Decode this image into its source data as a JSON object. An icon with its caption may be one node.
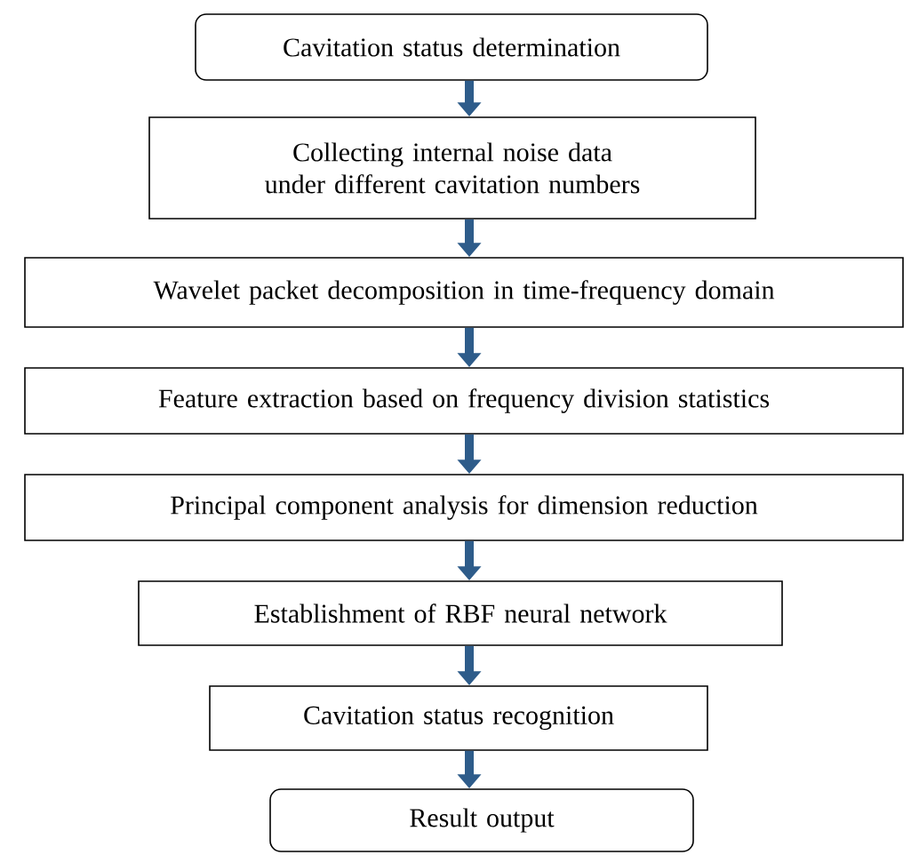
{
  "diagram": {
    "nodes": [
      {
        "text": [
          "Cavitation status determination"
        ]
      },
      {
        "text": [
          "Collecting internal noise data under different cavitation numbers"
        ]
      },
      {
        "text": [
          "Wavelet packet decomposition in time-frequency domain"
        ]
      },
      {
        "text": [
          "Feature extraction based on frequency division statistics"
        ]
      },
      {
        "text": [
          "Principal component analysis for dimension reduction"
        ]
      },
      {
        "text": [
          "Establishment of RBF neural network"
        ]
      },
      {
        "text": [
          "Cavitation status recognition"
        ]
      },
      {
        "text": [
          "Result output"
        ]
      }
    ],
    "edges": [
      {
        "from": 0,
        "to": 1,
        "arrow": "to"
      },
      {
        "from": 1,
        "to": 2,
        "arrow": "to"
      },
      {
        "from": 2,
        "to": 3,
        "arrow": "to"
      },
      {
        "from": 3,
        "to": 4,
        "arrow": "to"
      },
      {
        "from": 4,
        "to": 5,
        "arrow": "to"
      },
      {
        "from": 5,
        "to": 6,
        "arrow": "to"
      },
      {
        "from": 6,
        "to": 7,
        "arrow": "to"
      }
    ]
  }
}
